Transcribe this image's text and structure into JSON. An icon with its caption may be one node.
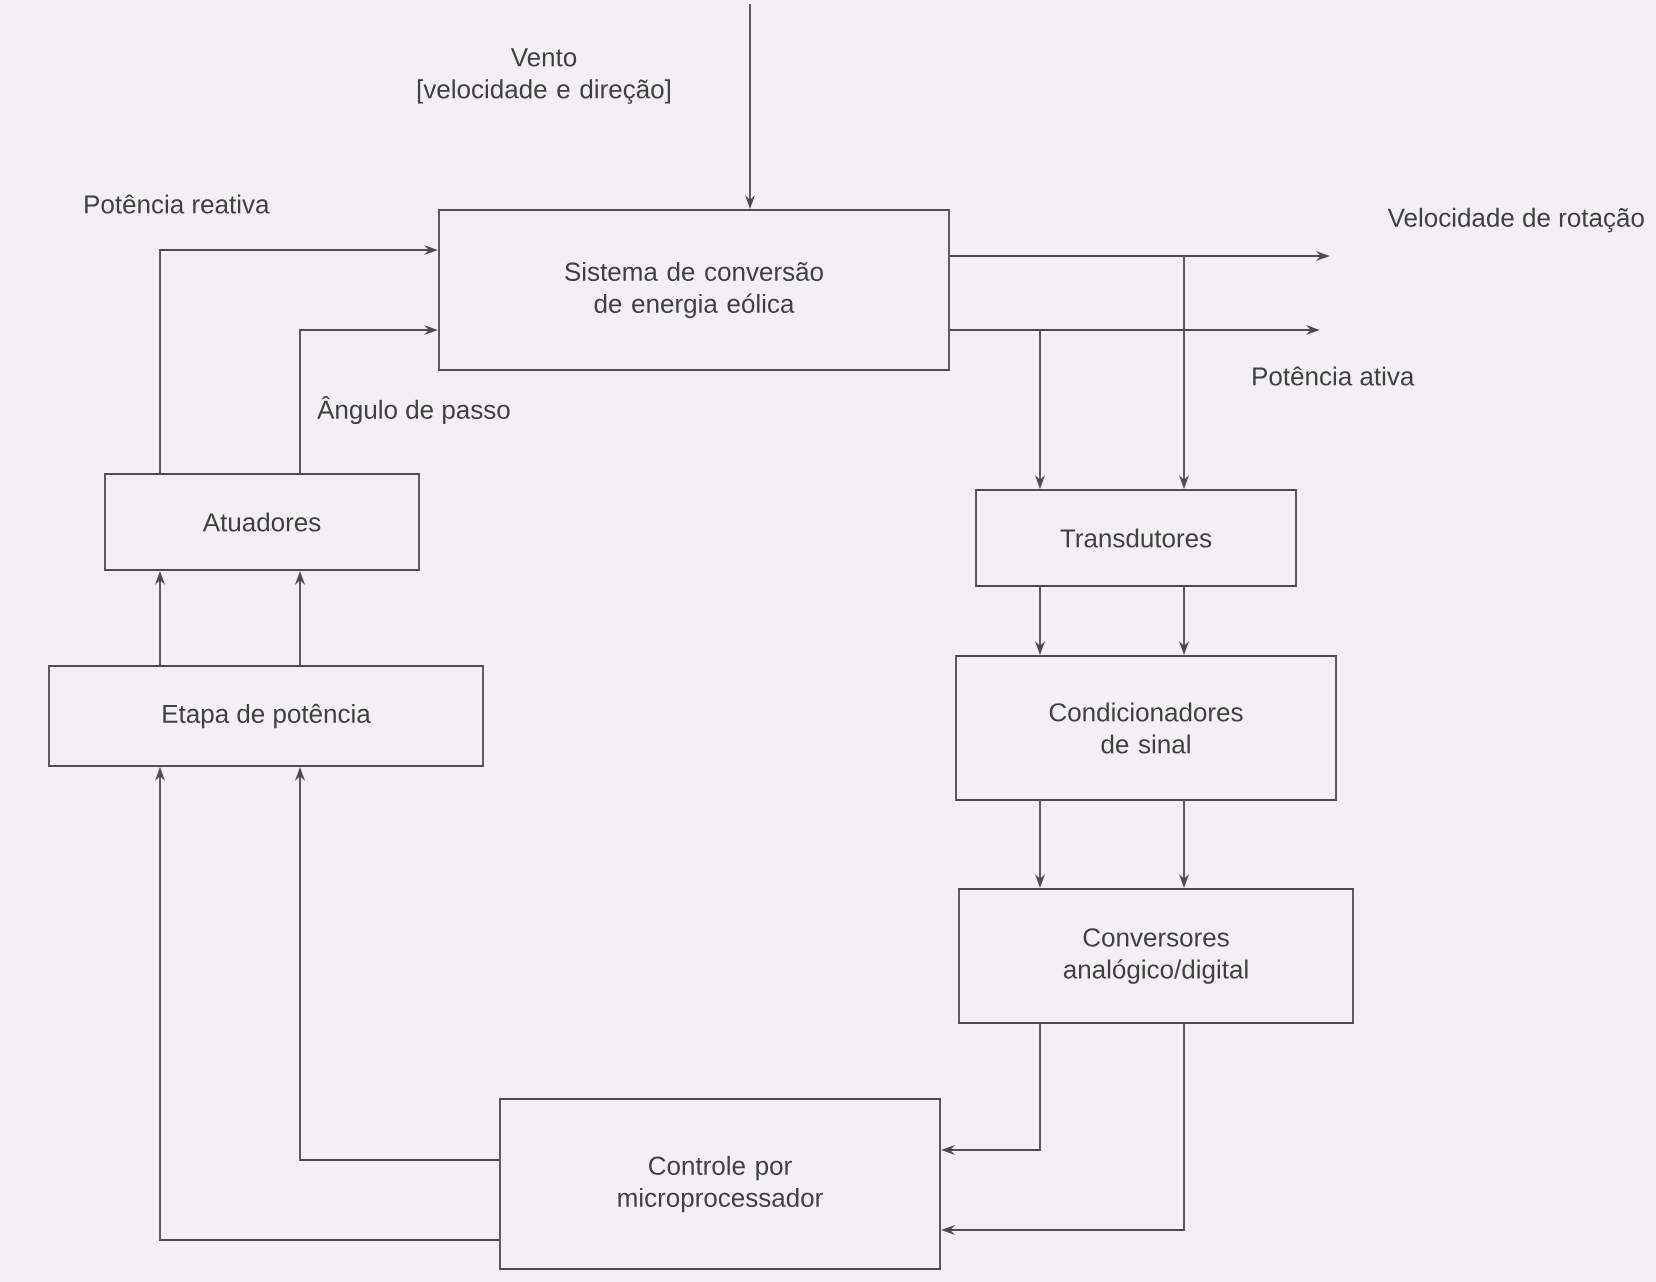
{
  "diagram": {
    "nodes": [
      {
        "text": [
          "Sistema de conversão de energia eólica"
        ]
      },
      {
        "text": [
          "Atuadores"
        ]
      },
      {
        "text": [
          "Etapa de potência"
        ]
      },
      {
        "text": [
          "Transdutores"
        ]
      },
      {
        "text": [
          "Condicionadores de sinal"
        ]
      },
      {
        "text": [
          "Conversores analógico/digital"
        ]
      },
      {
        "text": [
          "Controle por microprocessador"
        ]
      }
    ],
    "edges": [
      {
        "from": null,
        "to": 0,
        "arrow": "to",
        "label": "Vento [velocidade e direção]"
      },
      {
        "from": 1,
        "to": 0,
        "arrow": "to",
        "label": "Potência reativa"
      },
      {
        "from": 1,
        "to": 0,
        "arrow": "to",
        "label": "Ângulo de passo"
      },
      {
        "from": 0,
        "to": null,
        "arrow": "to",
        "label": "Velocidade de rotação"
      },
      {
        "from": 0,
        "to": null,
        "arrow": "to",
        "label": "Potência ativa"
      },
      {
        "from": 0,
        "to": 3,
        "arrow": "to"
      },
      {
        "from": 0,
        "to": 3,
        "arrow": "to"
      },
      {
        "from": 3,
        "to": 4,
        "arrow": "to"
      },
      {
        "from": 3,
        "to": 4,
        "arrow": "to"
      },
      {
        "from": 4,
        "to": 5,
        "arrow": "to"
      },
      {
        "from": 4,
        "to": 5,
        "arrow": "to"
      },
      {
        "from": 5,
        "to": 6,
        "arrow": "to"
      },
      {
        "from": 5,
        "to": 6,
        "arrow": "to"
      },
      {
        "from": 6,
        "to": 2,
        "arrow": "to"
      },
      {
        "from": 6,
        "to": 2,
        "arrow": "to"
      },
      {
        "from": 2,
        "to": 1,
        "arrow": "to"
      },
      {
        "from": 2,
        "to": 1,
        "arrow": "to"
      }
    ]
  }
}
